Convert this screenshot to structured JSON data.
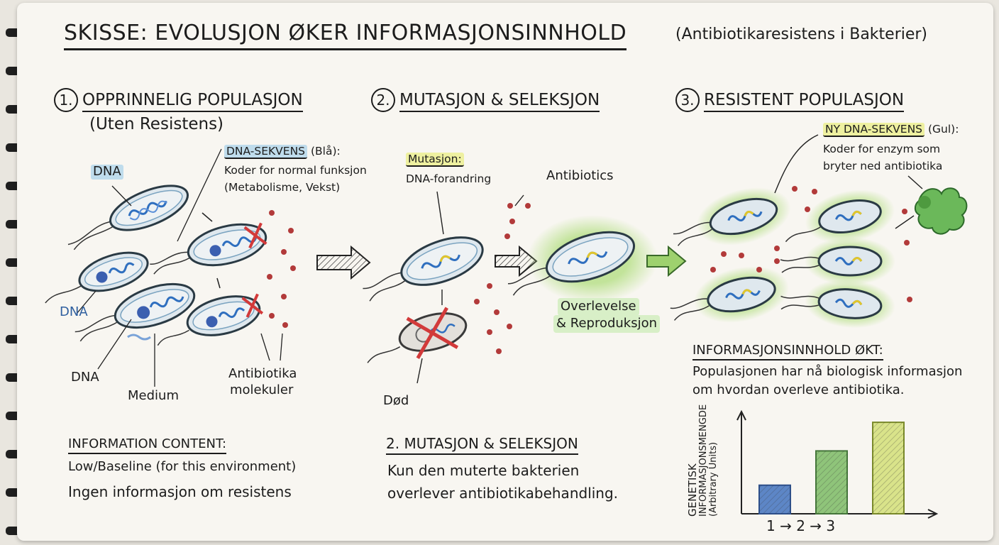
{
  "title": {
    "main": "SKISSE: EVOLUSJON ØKER INFORMASJONSINNHOLD",
    "subtitle": "(Antibiotikaresistens i Bakterier)"
  },
  "panel1": {
    "number": "1.",
    "heading": "OPPRINNELIG POPULASJON",
    "subheading": "(Uten Resistens)",
    "dna_label_top": "DNA",
    "dna_label_left": "DNA",
    "dna_label_bottom": "DNA",
    "medium_label": "Medium",
    "dna_seq_title": "DNA-SEKVENS",
    "dna_seq_color": "(Blå):",
    "dna_seq_line1": "Koder for normal funksjon",
    "dna_seq_line2": "(Metabolisme, Vekst)",
    "antibiotika_line1": "Antibiotika",
    "antibiotika_line2": "molekuler",
    "info_heading": "INFORMATION CONTENT:",
    "info_line1": "Low/Baseline (for this environment)",
    "info_line2": "Ingen informasjon om resistens"
  },
  "panel2": {
    "number": "2.",
    "heading": "MUTASJON & SELEKSJON",
    "mutasjon_title": "Mutasjon:",
    "mutasjon_desc": "DNA-forandring",
    "antibiotics_label": "Antibiotics",
    "dead_label": "Død",
    "survival_line1": "Overlevelse",
    "survival_line2": "& Reproduksjon",
    "summary_heading": "2. MUTASJON & SELEKSJON",
    "summary_line1": "Kun den muterte bakterien",
    "summary_line2": "overlever antibiotikabehandling."
  },
  "panel3": {
    "number": "3.",
    "heading": "RESISTENT POPULASJON",
    "new_dna_title": "NY DNA-SEKVENS",
    "new_dna_color": "(Gul):",
    "new_dna_line1": "Koder for enzym som",
    "new_dna_line2": "bryter ned antibiotika",
    "info_heading": "INFORMASJONSINNHOLD ØKT:",
    "info_line1": "Populasjonen har nå biologisk informasjon",
    "info_line2": "om hvordan overleve antibiotika."
  },
  "colors": {
    "dna_blue": "#2f6fbf",
    "dna_yellow": "#e2c62a",
    "cross_red": "#d23a3a",
    "glow_green": "#b8e08a",
    "dot_red": "#b23a3a"
  },
  "chart_data": {
    "type": "bar",
    "categories": [
      "1",
      "2",
      "3"
    ],
    "x_axis_label": "1 → 2 → 3",
    "values": [
      1,
      2.2,
      3.2
    ],
    "ylabel_line1": "GENETISK",
    "ylabel_line2": "INFORMASJONSMENGDE",
    "ylabel_line3": "(Arbitrary Units)",
    "ylim": [
      0,
      3.6
    ],
    "bar_colors": [
      "#5d86c6",
      "#8fc47a",
      "#d9e38a"
    ],
    "bar_edge_colors": [
      "#2d4f8a",
      "#44763a",
      "#7a8a2a"
    ],
    "grid": false
  }
}
